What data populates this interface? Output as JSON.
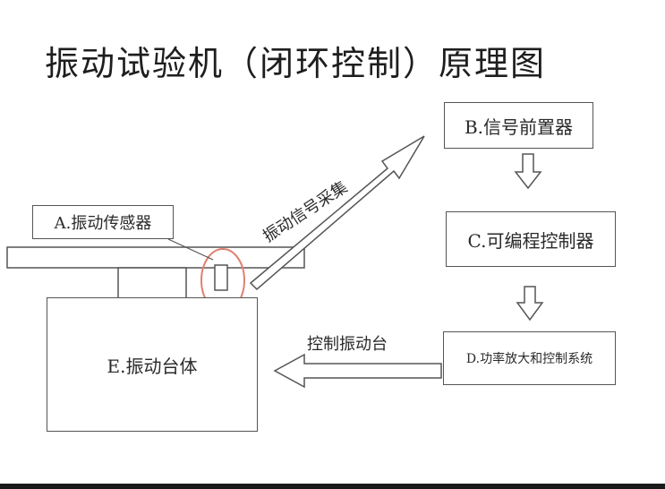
{
  "title": "振动试验机（闭环控制）原理图",
  "nodes": {
    "a": "A.振动传感器",
    "b": "B.信号前置器",
    "c": "C.可编程控制器",
    "d": "D.功率放大和控制系统",
    "e": "E.振动台体"
  },
  "edges": {
    "signal_label": "振动信号采集",
    "control_label": "控制振动台"
  },
  "colors": {
    "line": "#555555",
    "sensor_highlight": "#e08070"
  }
}
